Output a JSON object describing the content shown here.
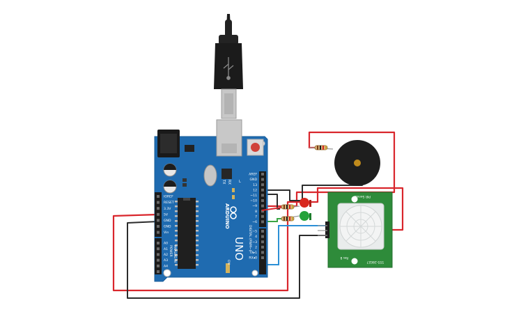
{
  "board": {
    "brand": "ARDUINO",
    "model": "UNO",
    "tx_label": "TX",
    "rx_label": "RX",
    "l_label": "L",
    "on_label": "ON",
    "power_header": "POWER",
    "analog_header": "ANALOG IN",
    "digital_header": "DIGITAL (PWM~)",
    "power_pins": [
      "IOREF",
      "RESET",
      "3.3V",
      "5V",
      "GND",
      "GND",
      "Vin"
    ],
    "analog_pins": [
      "A0",
      "A1",
      "A2",
      "A3",
      "A4",
      "A5"
    ],
    "digital_pins": [
      "AREF",
      "GND",
      "13",
      "12",
      "~11",
      "~10",
      "~9",
      "8",
      "7",
      "~6",
      "~5",
      "4",
      "~3",
      "2",
      "TX▸1",
      "RX◂0"
    ],
    "color": "#1f6bb0"
  },
  "pir": {
    "label_top": "PIR Sensor",
    "label_bottom": "555-28027",
    "rev": "Rev B",
    "color": "#2e8b3a"
  },
  "colors": {
    "wire_red": "#d9262c",
    "wire_black": "#2b2b2b",
    "wire_blue": "#2b8fd6",
    "wire_green": "#3aa545",
    "led_red": "#d8281e",
    "led_green": "#25a23a"
  }
}
